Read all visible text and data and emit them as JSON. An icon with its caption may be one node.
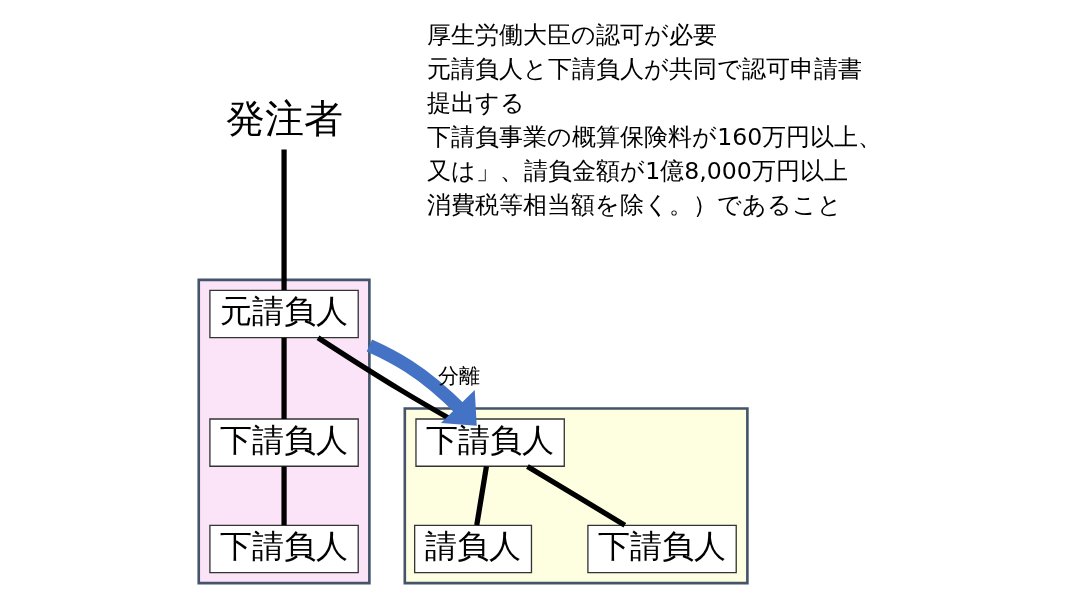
{
  "diagram": {
    "nodes": [
      {
        "text": [],
        "shape": "trapezoid"
      },
      {
        "text": [
          "発注者"
        ]
      },
      {
        "text": [
          "元請負人"
        ],
        "in": 0
      },
      {
        "text": [
          "下請負人"
        ],
        "in": 0
      },
      {
        "text": [
          "下請負人"
        ],
        "in": 0
      },
      {
        "text": [],
        "shape": "trapezoid"
      },
      {
        "text": [
          "下請負人"
        ],
        "in": 5
      },
      {
        "text": [
          "請負人"
        ],
        "in": 5
      },
      {
        "text": [
          "下請負人"
        ],
        "in": 5
      }
    ],
    "edges": [
      {
        "from": 1,
        "to": 2,
        "arrow": "none"
      },
      {
        "from": 2,
        "to": 3,
        "arrow": "none"
      },
      {
        "from": 3,
        "to": 4,
        "arrow": "none"
      },
      {
        "from": 2,
        "to": 6,
        "arrow": "none"
      },
      {
        "from": 6,
        "to": 7,
        "arrow": "none"
      },
      {
        "from": 6,
        "to": 8,
        "arrow": "none"
      },
      {
        "from": 0,
        "to": 6,
        "arrow": "to",
        "label": "分離",
        "style": "thick",
        "color": "#4472c4"
      }
    ],
    "labels": [
      "厚生労働大臣の認可が必要",
      "元請負人と下請負人が共同で認可申請書",
      "提出する",
      "下請負事業の概算保険料が160万円以上、",
      "又は」、請負金額が1億8,000万円以上",
      "消費税等相当額を除く。）であること"
    ]
  }
}
